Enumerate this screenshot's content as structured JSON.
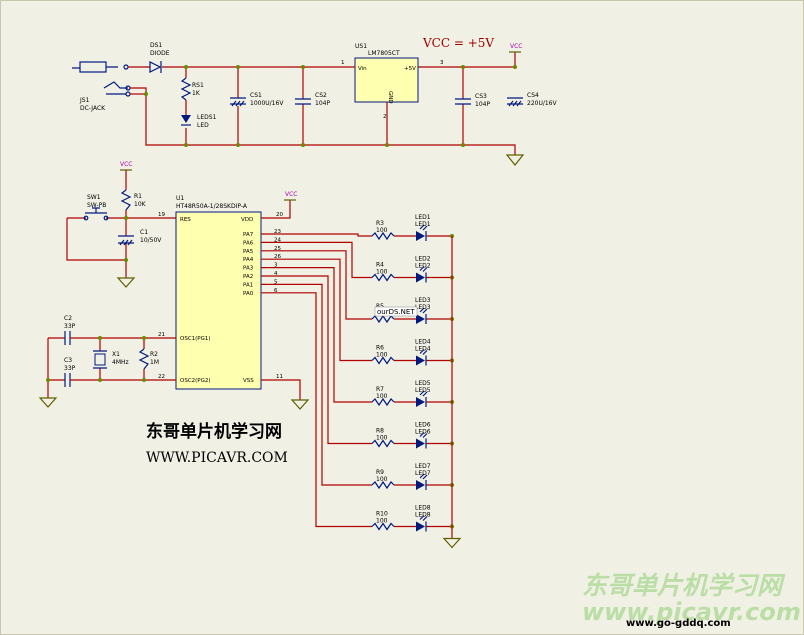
{
  "power": {
    "vcc_note": "VCC = +5V",
    "vcc_label": "VCC",
    "jack_ref": "JS1",
    "jack_name": "DC-JACK",
    "diode_ref": "DS1",
    "diode_name": "DIODE",
    "rs1_ref": "RS1",
    "rs1_val": "1K",
    "leds1_ref": "LEDS1",
    "leds1_name": "LED",
    "cs1_ref": "CS1",
    "cs1_val": "1000U/16V",
    "cs2_ref": "CS2",
    "cs2_val": "104P",
    "us1_ref": "US1",
    "us1_name": "LM7805CT",
    "us1_vin": "Vin",
    "us1_vout": "+5V",
    "us1_gnd": "GND",
    "us1_pin1": "1",
    "us1_pin2": "2",
    "us1_pin3": "3",
    "cs3_ref": "CS3",
    "cs3_val": "104P",
    "cs4_ref": "CS4",
    "cs4_val": "220U/16V"
  },
  "mcu": {
    "ref": "U1",
    "name": "HT48R50A-1/28SKDIP-A",
    "pin_res": "RES",
    "pin_vdd": "VDD",
    "pin_vss": "VSS",
    "pin_osc1": "OSC1(PG1)",
    "pin_osc2": "OSC2(PG2)",
    "num_res": "19",
    "num_vdd": "20",
    "num_vss": "11",
    "num_osc1": "21",
    "num_osc2": "22",
    "ports": [
      {
        "name": "PA7",
        "num": "23"
      },
      {
        "name": "PA6",
        "num": "24"
      },
      {
        "name": "PA5",
        "num": "25"
      },
      {
        "name": "PA4",
        "num": "26"
      },
      {
        "name": "PA3",
        "num": "3"
      },
      {
        "name": "PA2",
        "num": "4"
      },
      {
        "name": "PA1",
        "num": "5"
      },
      {
        "name": "PA0",
        "num": "6"
      }
    ]
  },
  "reset": {
    "sw_ref": "SW1",
    "sw_name": "SW-PB",
    "r1_ref": "R1",
    "r1_val": "10K",
    "c1_ref": "C1",
    "c1_val": "10/50V"
  },
  "osc": {
    "c2_ref": "C2",
    "c2_val": "33P",
    "c3_ref": "C3",
    "c3_val": "33P",
    "x1_ref": "X1",
    "x1_val": "4MHz",
    "r2_ref": "R2",
    "r2_val": "1M"
  },
  "leds": [
    {
      "r_ref": "R3",
      "r_val": "100",
      "led_ref": "LED1"
    },
    {
      "r_ref": "R4",
      "r_val": "100",
      "led_ref": "LED2"
    },
    {
      "r_ref": "R5",
      "r_val": "100",
      "led_ref": "LED3"
    },
    {
      "r_ref": "R6",
      "r_val": "100",
      "led_ref": "LED4"
    },
    {
      "r_ref": "R7",
      "r_val": "100",
      "led_ref": "LED5"
    },
    {
      "r_ref": "R8",
      "r_val": "100",
      "led_ref": "LED6"
    },
    {
      "r_ref": "R9",
      "r_val": "100",
      "led_ref": "LED7"
    },
    {
      "r_ref": "R10",
      "r_val": "100",
      "led_ref": "LED8"
    }
  ],
  "overlay_tag": "ourDS.NET",
  "brand": {
    "title_cn": "东哥单片机学习网",
    "url": "WWW.PICAVR.COM",
    "watermark_cn": "东哥单片机学习网",
    "watermark_url": "www.picavr.com",
    "watermark_small": "www.go-gddq.com"
  }
}
